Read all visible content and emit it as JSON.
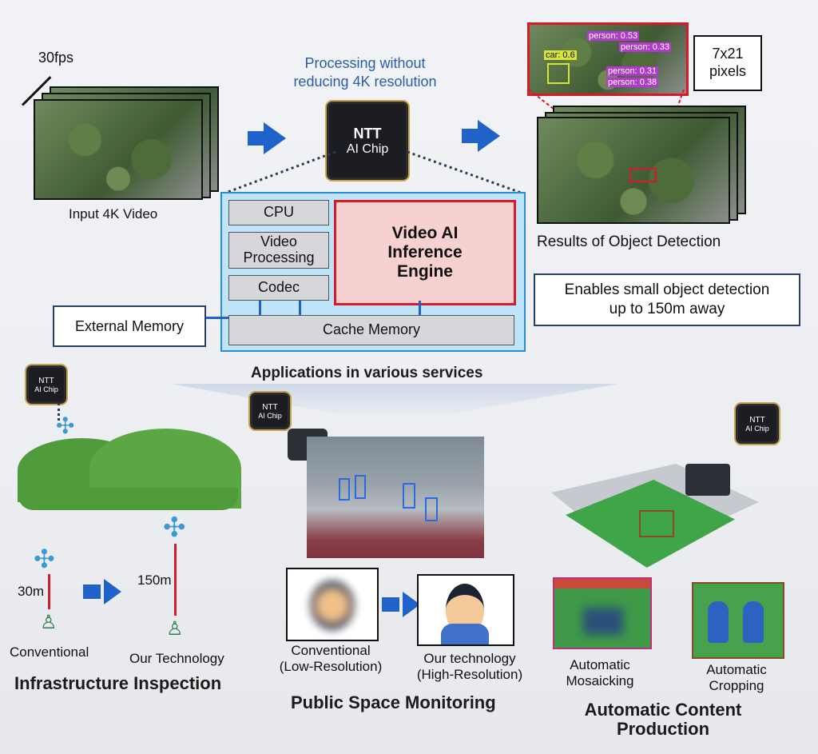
{
  "top": {
    "fps_label": "30fps",
    "input_label": "Input 4K Video",
    "processing_note": "Processing without reducing 4K resolution",
    "chip": {
      "line1": "NTT",
      "line2": "AI Chip"
    },
    "results_label": "Results of Object Detection",
    "pixels_callout": "7x21 pixels",
    "detect_callout": "Enables small object detection up to 150m away",
    "detections": [
      "car: 0.6",
      "person: 0.53",
      "person: 0.33",
      "person: 0.31",
      "person: 0.38"
    ]
  },
  "architecture": {
    "cpu": "CPU",
    "video_processing": "Video Processing",
    "codec": "Codec",
    "engine": "Video AI Inference Engine",
    "cache": "Cache Memory",
    "external": "External Memory"
  },
  "applications": {
    "heading": "Applications in various services",
    "chip_small": {
      "line1": "NTT",
      "line2": "AI Chip"
    },
    "infra": {
      "title": "Infrastructure Inspection",
      "dist_conventional": "30m",
      "dist_ours": "150m",
      "label_conventional": "Conventional",
      "label_ours": "Our Technology"
    },
    "public": {
      "title": "Public Space Monitoring",
      "label_conventional": "Conventional (Low-Resolution)",
      "label_ours": "Our technology (High-Resolution)"
    },
    "content": {
      "title": "Automatic Content Production",
      "label_mosaic": "Automatic Mosaicking",
      "label_crop": "Automatic Cropping"
    }
  },
  "colors": {
    "accent_blue": "#1f62c9",
    "highlight_red": "#d71a2a",
    "panel_blue": "#bfe3f8",
    "engine_fill": "#f7d0d0"
  }
}
